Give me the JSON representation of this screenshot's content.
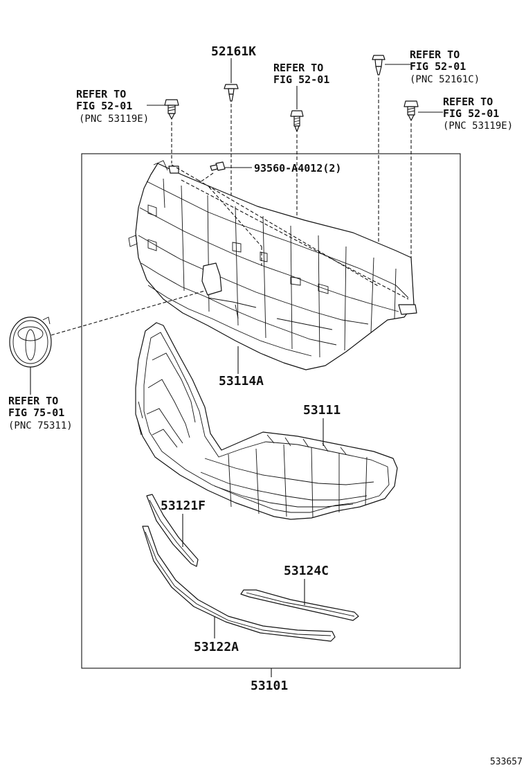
{
  "labels": {
    "p52161K": "52161K",
    "ref_center_1": "REFER TO",
    "ref_center_2": "FIG 52-01",
    "ref_rt_1": "REFER TO",
    "ref_rt_2": "FIG 52-01",
    "ref_rt_3": "(PNC 52161C)",
    "ref_lt_1": "REFER TO",
    "ref_lt_2": "FIG 52-01",
    "ref_lt_3": "(PNC 53119E)",
    "ref_r2_1": "REFER TO",
    "ref_r2_2": "FIG 52-01",
    "ref_r2_3": "(PNC 53119E)",
    "p93560": "93560-A4012(2)",
    "ref_emb_1": "REFER TO",
    "ref_emb_2": "FIG 75-01",
    "ref_emb_3": "(PNC 75311)",
    "p53114A": "53114A",
    "p53111": "53111",
    "p53121F": "53121F",
    "p53124C": "53124C",
    "p53122A": "53122A",
    "p53101": "53101",
    "diagram_id": "533657"
  }
}
